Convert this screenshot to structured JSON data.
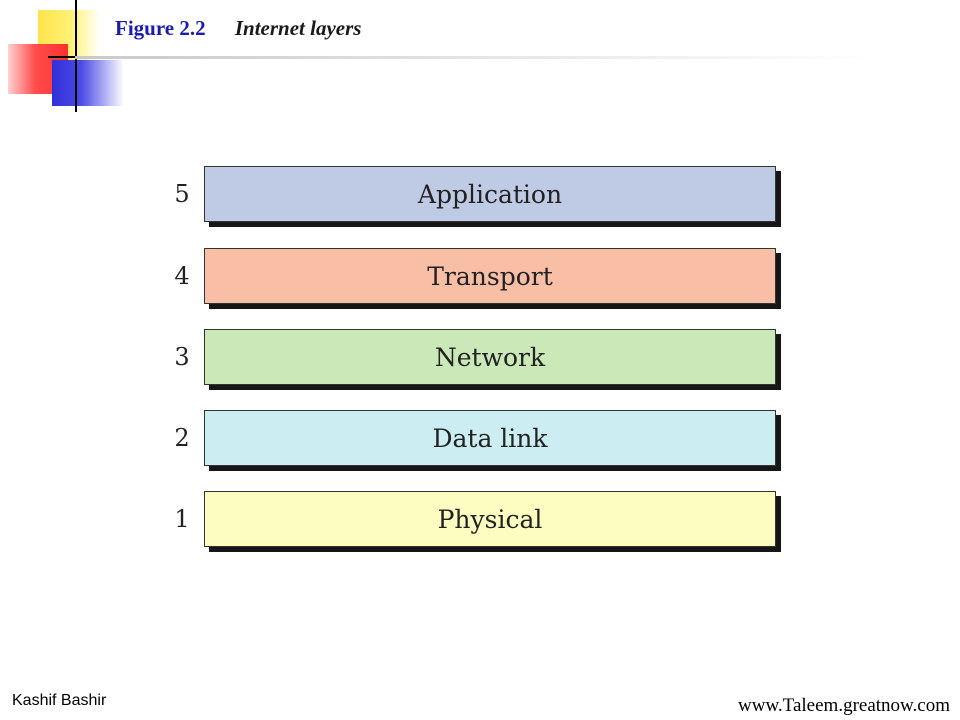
{
  "header": {
    "figure_label": "Figure 2.2",
    "figure_caption": "Internet layers"
  },
  "layers": [
    {
      "number": "5",
      "name": "Application",
      "color": "#bfcae4"
    },
    {
      "number": "4",
      "name": "Transport",
      "color": "#f9bfa6"
    },
    {
      "number": "3",
      "name": "Network",
      "color": "#cbe8b8"
    },
    {
      "number": "2",
      "name": "Data link",
      "color": "#cceef3"
    },
    {
      "number": "1",
      "name": "Physical",
      "color": "#fdfdc1"
    }
  ],
  "footer": {
    "author": "Kashif Bashir",
    "website": "www.Taleem.greatnow.com"
  }
}
